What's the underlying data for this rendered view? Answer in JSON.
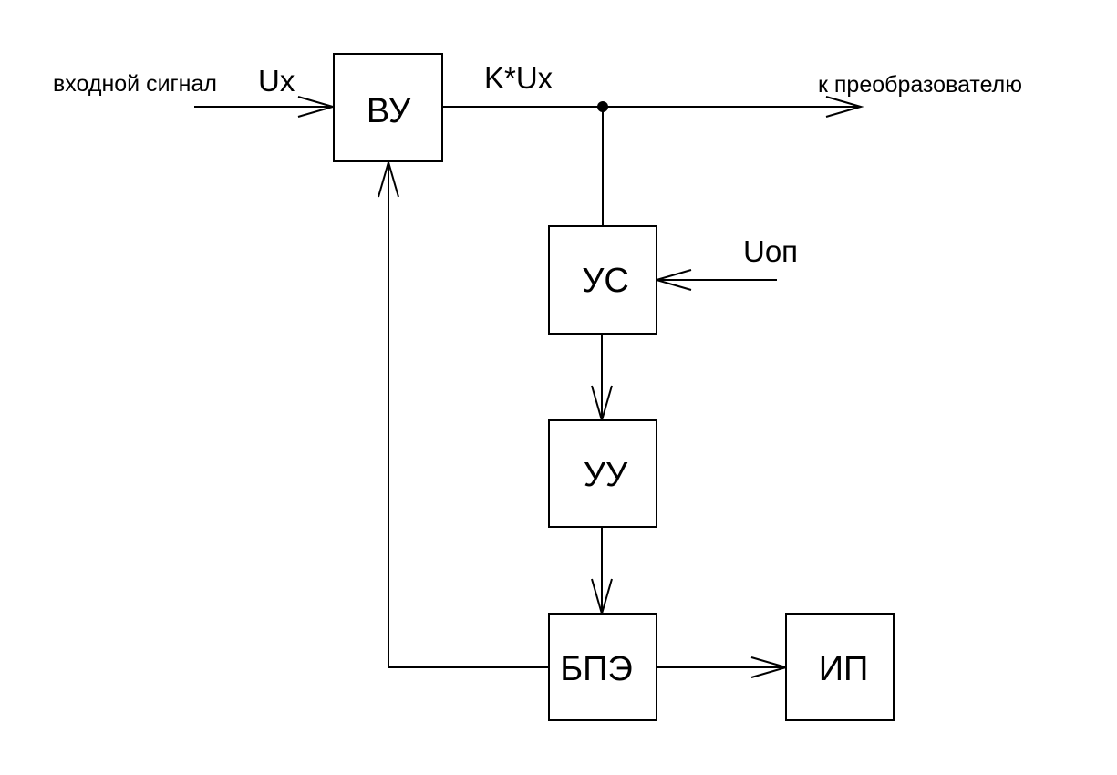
{
  "blocks": {
    "vu": "ВУ",
    "us": "УС",
    "uu": "УУ",
    "bpe": "БПЭ",
    "ip": "ИП"
  },
  "signals": {
    "input_text": "входной сигнал",
    "input_symbol": "Ux",
    "gain_output": "K*Ux",
    "reference": "Uоп",
    "to_converter": "к преобразователю"
  }
}
